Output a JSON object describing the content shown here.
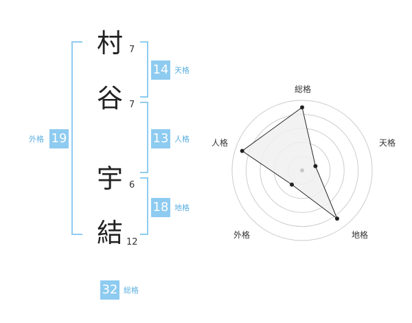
{
  "name": {
    "characters": [
      {
        "char": "村",
        "strokes": "7"
      },
      {
        "char": "谷",
        "strokes": "7"
      },
      {
        "char": "宇",
        "strokes": "6"
      },
      {
        "char": "結",
        "strokes": "12"
      }
    ]
  },
  "fortunes": {
    "tenkaku": {
      "value": "14",
      "label": "天格"
    },
    "jinkaku": {
      "value": "13",
      "label": "人格"
    },
    "chikaku": {
      "value": "18",
      "label": "地格"
    },
    "gaikaku": {
      "value": "19",
      "label": "外格"
    },
    "soukaku": {
      "value": "32",
      "label": "総格"
    }
  },
  "chart_data": {
    "type": "radar",
    "axes": [
      "総格",
      "天格",
      "地格",
      "外格",
      "人格"
    ],
    "values": [
      0.9,
      0.2,
      0.85,
      0.25,
      0.9
    ],
    "scale_max": 1,
    "rings": 5,
    "colors": {
      "fill": "#f0f0f0",
      "line": "#222222",
      "grid": "#cccccc",
      "center": "#c8c8c8"
    }
  }
}
